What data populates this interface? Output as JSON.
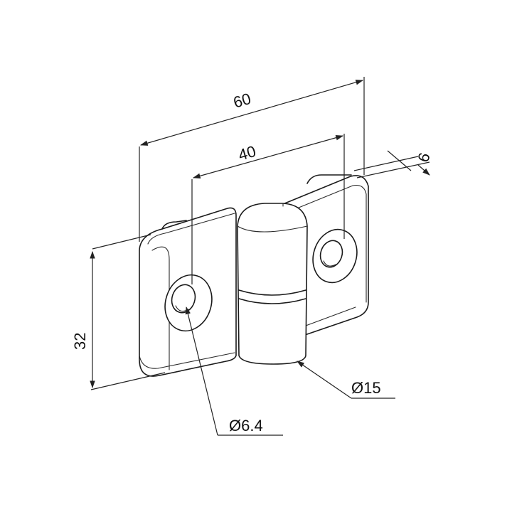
{
  "drawing": {
    "dimensions": {
      "overall_width": "60",
      "hole_spacing": "40",
      "height": "32",
      "thickness": "6",
      "hole_diameter": "Ø6.4",
      "pin_diameter": "Ø15"
    },
    "colors": {
      "line": "#1a1a1a",
      "background": "#ffffff"
    }
  }
}
